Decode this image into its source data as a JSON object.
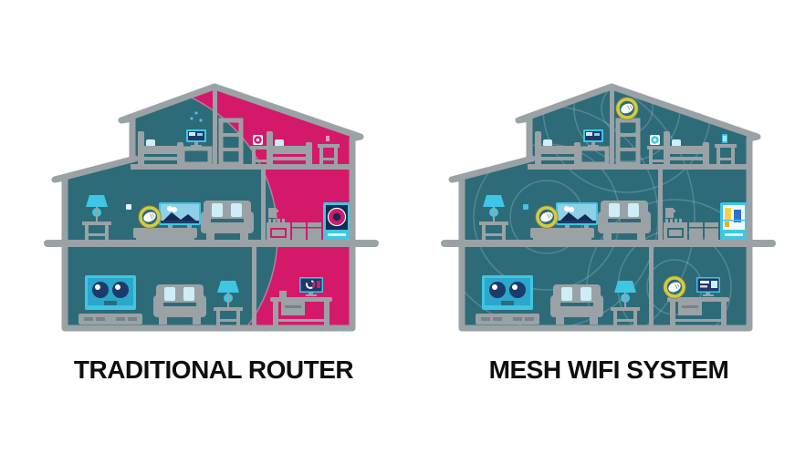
{
  "page": {
    "background": "#ffffff",
    "type": "wifi-coverage-comparison-infographic"
  },
  "palette": {
    "teal": "#2d6b79",
    "magenta": "#d4196b",
    "gray": "#9aa2a5",
    "gray_dark": "#78838a",
    "cyan": "#3fc6e4",
    "cyan_deep": "#2aa7cb",
    "cyan_pale": "#cdeef7",
    "sky": "#8fd0e8",
    "navy": "#1c3a6b",
    "navy_dark": "#132c52",
    "yellow": "#d3ca45",
    "yellow_dark": "#85812c",
    "gold": "#f7d046",
    "orange": "#f5a623",
    "blue_item": "#2f6fd0",
    "wifi_ring": "rgba(234,246,248,0.20)",
    "coverage_edge": "rgba(255,255,255,0.35)",
    "ink": "#0e0e0e"
  },
  "panels": [
    {
      "label": "TRADITIONAL ROUTER",
      "house": {
        "router_count": 1,
        "coverage": "partial - single circular zone around one router, far rooms have no signal",
        "zones": [
          {
            "room": "attic-bedroom-left",
            "signal": "connected",
            "items": [
              "bed",
              "desk-monitor"
            ]
          },
          {
            "room": "attic-bedroom-right",
            "signal": "no-signal",
            "items": [
              "bookshelf",
              "nightstand",
              "alarm-clock",
              "bed",
              "side-table",
              "phone"
            ]
          },
          {
            "room": "living-room",
            "signal": "connected",
            "items": [
              "lamp-table",
              "thermostat",
              "wifi-router",
              "tv",
              "sofa"
            ]
          },
          {
            "room": "kitchen",
            "signal": "no-signal",
            "items": [
              "coffee-maker",
              "stove",
              "cabinets",
              "smart-fridge"
            ]
          },
          {
            "room": "lounge",
            "signal": "connected",
            "items": [
              "stereo-console",
              "sofa",
              "lamp-table"
            ]
          },
          {
            "room": "office",
            "signal": "no-signal",
            "items": [
              "desk",
              "computer-loading"
            ]
          }
        ]
      }
    },
    {
      "label": "MESH WIFI SYSTEM",
      "house": {
        "mesh_node_count": 3,
        "coverage": "full - overlapping wifi rings from three mesh nodes cover every room",
        "zones": [
          {
            "room": "attic-bedroom-left",
            "signal": "connected",
            "items": [
              "bed",
              "desk-monitor"
            ]
          },
          {
            "room": "attic-bedroom-right",
            "signal": "connected",
            "items": [
              "bookshelf",
              "mesh-node",
              "nightstand",
              "alarm-clock",
              "bed",
              "side-table",
              "phone"
            ]
          },
          {
            "room": "living-room",
            "signal": "connected",
            "items": [
              "lamp-table",
              "thermostat",
              "mesh-node",
              "tv",
              "sofa"
            ]
          },
          {
            "room": "kitchen",
            "signal": "connected",
            "items": [
              "coffee-maker",
              "stove",
              "cabinets",
              "smart-fridge"
            ]
          },
          {
            "room": "lounge",
            "signal": "connected",
            "items": [
              "stereo-console",
              "sofa",
              "lamp-table"
            ]
          },
          {
            "room": "office",
            "signal": "connected",
            "items": [
              "desk",
              "mesh-node",
              "computer-streaming"
            ]
          }
        ]
      }
    }
  ]
}
